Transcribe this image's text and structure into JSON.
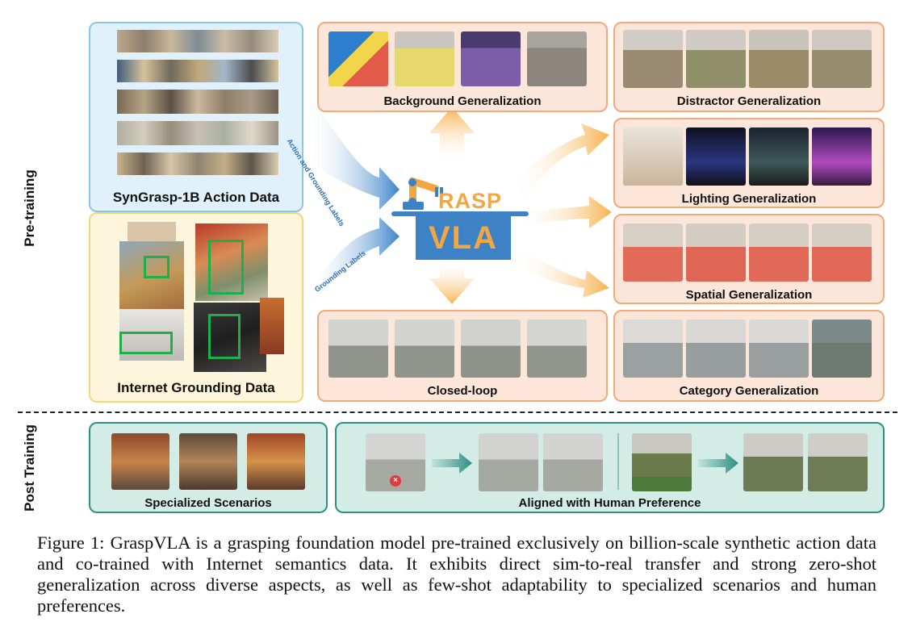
{
  "sections": {
    "pretraining": "Pre-training",
    "posttraining": "Post Training"
  },
  "panels": {
    "syngrasp": "SynGrasp-1B Action Data",
    "internet": "Internet Grounding Data",
    "background": "Background Generalization",
    "distractor": "Distractor Generalization",
    "lighting": "Lighting Generalization",
    "spatial": "Spatial Generalization",
    "category": "Category Generalization",
    "closedloop": "Closed-loop",
    "specialized": "Specialized Scenarios",
    "aligned": "Aligned with Human Preference"
  },
  "arrows": {
    "top_label": "Action and Grounding Labels",
    "bottom_label": "Grounding Labels"
  },
  "logo": {
    "top": "RASP",
    "bottom": "VLA"
  },
  "caption": "Figure 1: GraspVLA is a grasping foundation model pre-trained exclusively on billion-scale synthetic action data and co-trained with Internet semantics data. It exhibits direct sim-to-real transfer and strong zero-shot generalization across diverse aspects, as well as few-shot adaptability to specialized scenarios and human preferences.",
  "colors": {
    "orange_border": "#f2a97c",
    "orange_fill": "#fce6d9",
    "blue_border": "#8cc5e6",
    "yellow_border": "#f1d67a",
    "teal_border": "#2f8f84",
    "arrow_orange": "#f6b24f",
    "arrow_blue": "#3c84c9",
    "logo_blue": "#3d82c4",
    "logo_orange": "#f3a742"
  }
}
